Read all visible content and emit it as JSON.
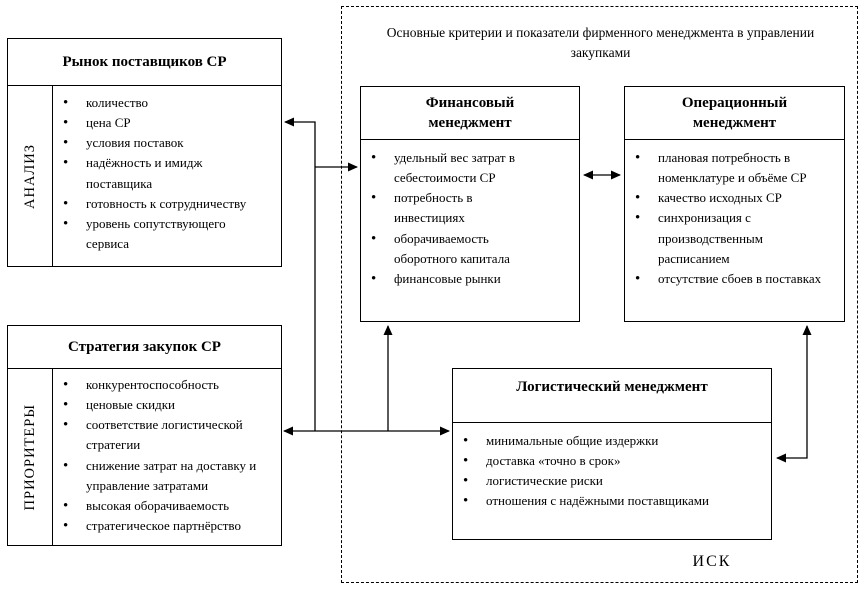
{
  "colors": {
    "line": "#000000",
    "background": "#ffffff",
    "text": "#000000"
  },
  "market": {
    "title": "Рынок поставщиков СР",
    "side_label": "АНАЛИЗ",
    "items": [
      "количество",
      "цена СР",
      "условия поставок",
      "надёжность и имидж поставщика",
      "готовность к сотрудничеству",
      "уровень сопутствующего сервиса"
    ]
  },
  "strategy": {
    "title": "Стратегия закупок СР",
    "side_label": "ПРИОРИТЕРЫ",
    "items": [
      "конкурентоспособность",
      "ценовые скидки",
      "соответствие логистической стратегии",
      "снижение затрат на доставку и управление затратами",
      "высокая оборачиваемость",
      "стратегическое партнёрство"
    ]
  },
  "criteria": {
    "title": "Основные критерии и показатели фирменного менеджмента в управлении закупками",
    "footer_label": "ИСК"
  },
  "financial": {
    "title": "Финансовый менеджмент",
    "items": [
      "удельный вес затрат в себестоимости СР",
      "потребность в инвестициях",
      "оборачиваемость оборотного капитала",
      "финансовые рынки"
    ]
  },
  "operational": {
    "title": "Операционный менеджмент",
    "items": [
      "плановая потребность в номенклатуре и объёме СР",
      "качество исходных СР",
      "синхронизация с производственным расписанием",
      "отсутствие сбоев в поставках"
    ]
  },
  "logistics": {
    "title": "Логистический менеджмент",
    "items": [
      "минимальные общие издержки",
      "доставка «точно в срок»",
      "логистические риски",
      "отношения с надёжными поставщиками"
    ]
  }
}
